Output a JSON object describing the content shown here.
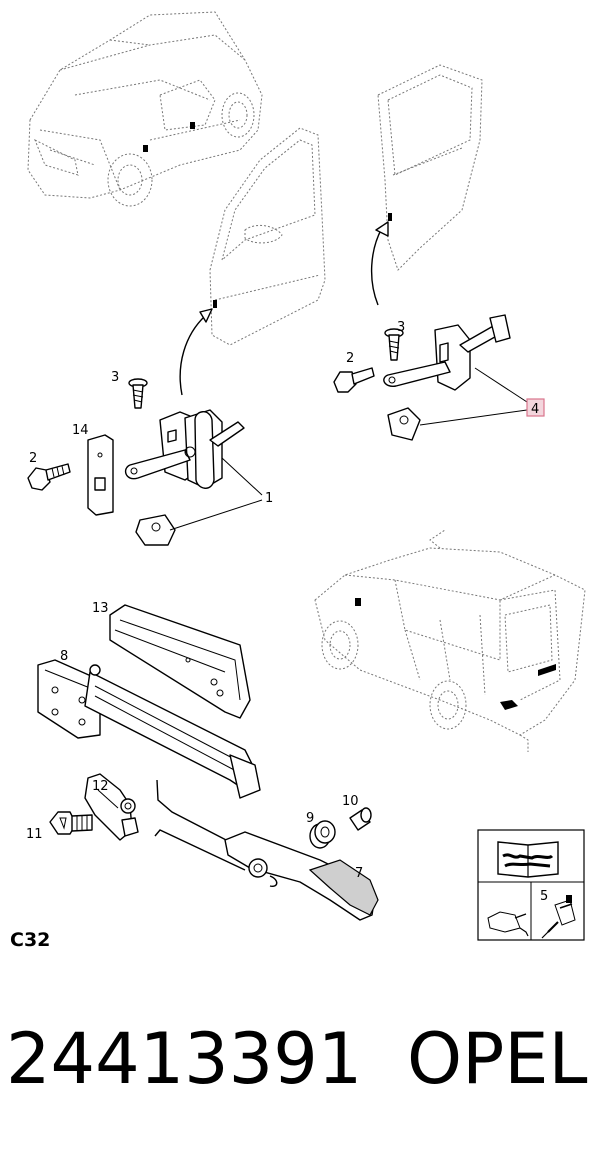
{
  "section_code": "C32",
  "part_number": "24413391",
  "brand": "OPEL",
  "callouts": {
    "c1": "1",
    "c2a": "2",
    "c2b": "2",
    "c3a": "3",
    "c3b": "3",
    "c4": "4",
    "c5": "5",
    "c7": "7",
    "c8": "8",
    "c9": "9",
    "c10": "10",
    "c11": "11",
    "c12": "12",
    "c13": "13",
    "c14": "14"
  },
  "highlight_color": "#d9748d"
}
